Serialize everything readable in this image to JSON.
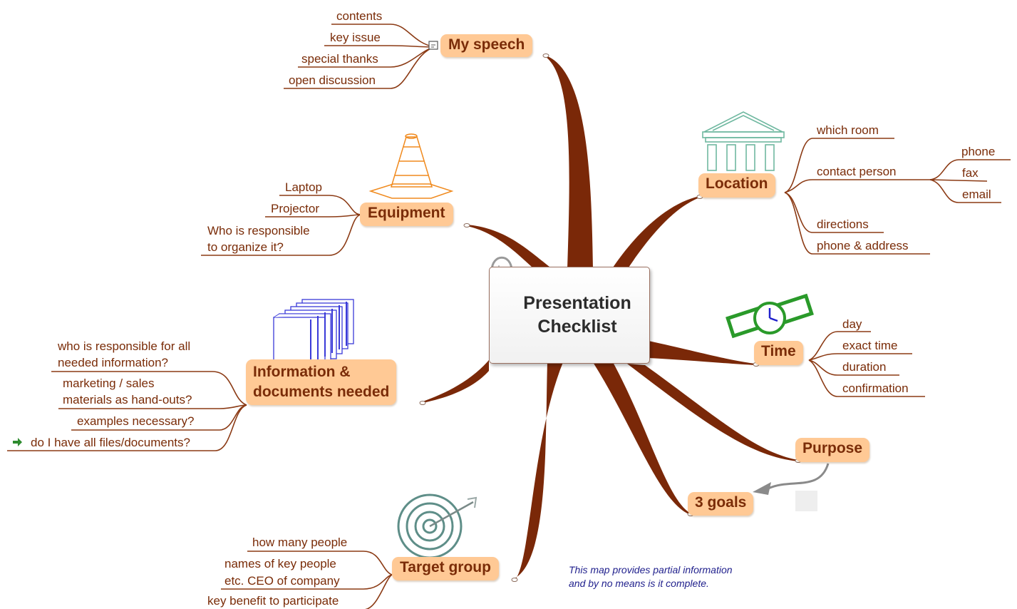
{
  "map": {
    "central_topic": [
      "Presentation",
      "Checklist"
    ],
    "branches": {
      "my_speech": {
        "label": "My speech",
        "items": [
          "contents",
          "key issue",
          "special thanks",
          "open discussion"
        ]
      },
      "equipment": {
        "label": "Equipment",
        "items": [
          "Laptop",
          "Projector",
          "Who is responsible",
          "to organize it?"
        ]
      },
      "information": {
        "label": [
          "Information &",
          "documents needed"
        ],
        "items": [
          "who is responsible for all",
          "needed information?",
          "marketing / sales",
          "materials as hand-outs?",
          "examples necessary?",
          "do I have all files/documents?"
        ]
      },
      "target_group": {
        "label": "Target group",
        "items": [
          "how many people",
          "names of key people",
          "etc. CEO of company",
          "key benefit to participate"
        ]
      },
      "location": {
        "label": "Location",
        "items": [
          "which room",
          "contact person",
          "directions",
          "phone & address"
        ],
        "contact_items": [
          "phone",
          "fax",
          "email"
        ]
      },
      "time": {
        "label": "Time",
        "items": [
          "day",
          "exact time",
          "duration",
          "confirmation"
        ]
      },
      "purpose": {
        "label": "Purpose"
      },
      "goals": {
        "label": "3 goals"
      }
    },
    "icons": [
      "paperclip-icon",
      "traffic-cone-icon",
      "binders-icon",
      "dartboard-icon",
      "building-icon",
      "clock-icon",
      "note-icon",
      "arrow-icon"
    ],
    "colors": {
      "branch": "#7a2808",
      "topic_fill": "#ffc995",
      "text": "#7a2c08",
      "note": "#1f1f8c"
    },
    "footnote": [
      "This map provides partial information",
      "and by no means is it complete."
    ]
  }
}
